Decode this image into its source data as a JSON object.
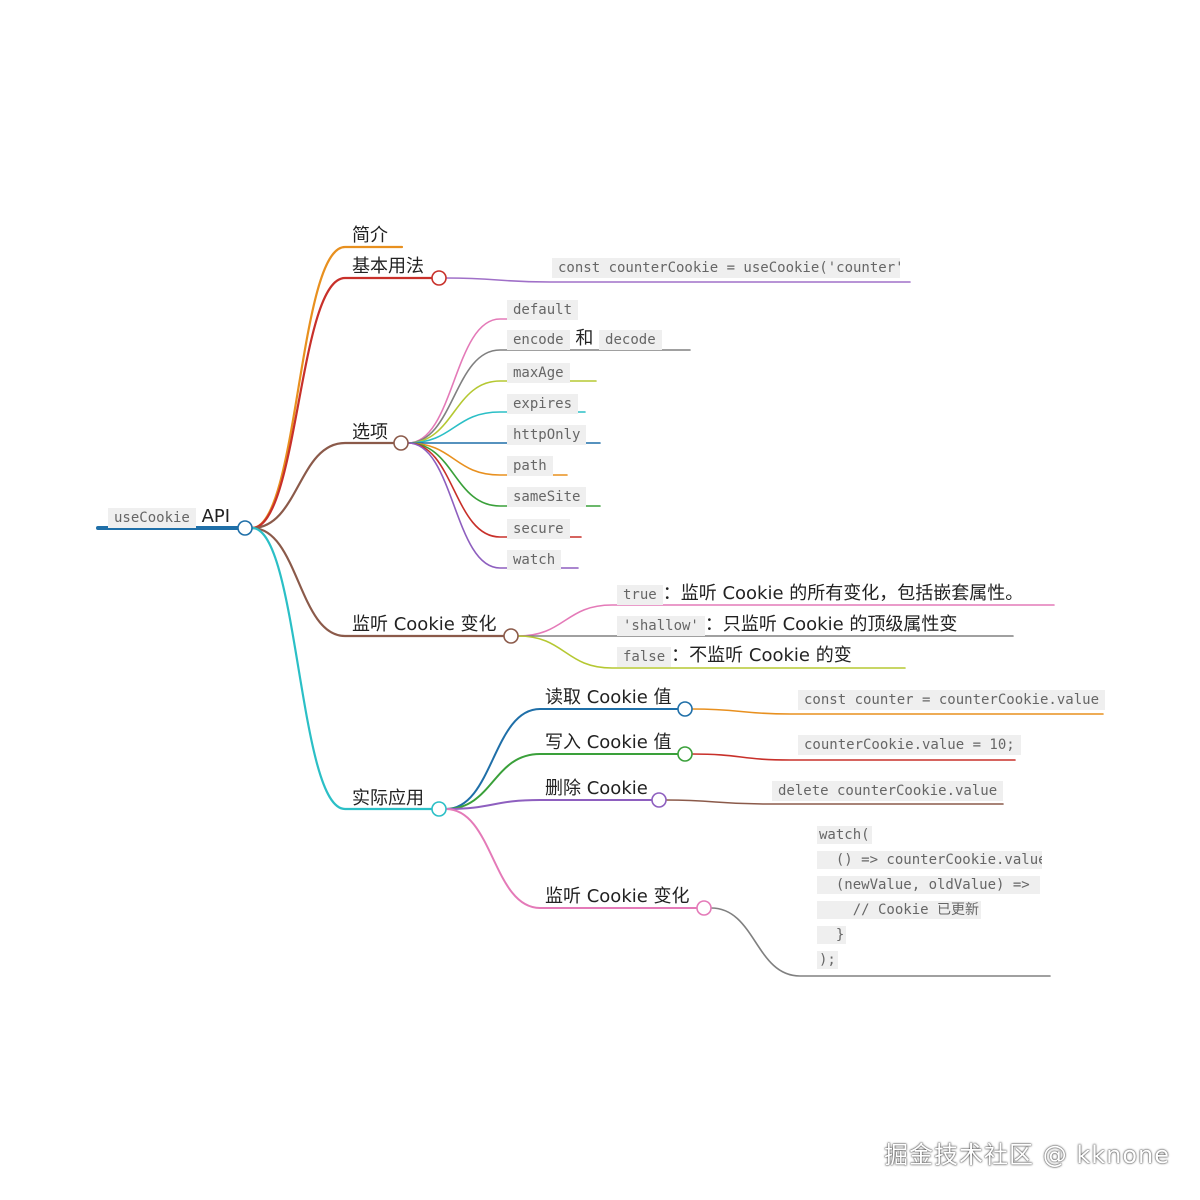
{
  "root": {
    "code": "useCookie",
    "text": "API"
  },
  "branches": {
    "intro": {
      "label": "简介"
    },
    "basic": {
      "label": "基本用法",
      "code": "const counterCookie = useCookie('counter')"
    },
    "options": {
      "label": "选项",
      "items": [
        "default",
        "encode",
        "decode",
        "maxAge",
        "expires",
        "httpOnly",
        "path",
        "sameSite",
        "secure",
        "watch"
      ],
      "and_text": "和"
    },
    "watch": {
      "label": "监听 Cookie 变化",
      "items": [
        {
          "code": "true",
          "text": "：监听 Cookie 的所有变化，包括嵌套属性。"
        },
        {
          "code": "'shallow'",
          "text": "：只监听 Cookie 的顶级属性变"
        },
        {
          "code": "false",
          "text": "：不监听 Cookie 的变"
        }
      ]
    },
    "practice": {
      "label": "实际应用",
      "read": {
        "label": "读取 Cookie 值",
        "code": "const counter = counterCookie.value"
      },
      "write": {
        "label": "写入 Cookie 值",
        "code": "counterCookie.value = 10;"
      },
      "delete": {
        "label": "删除 Cookie",
        "code": "delete counterCookie.value"
      },
      "watch": {
        "label": "监听 Cookie 变化",
        "code_lines": [
          "watch(",
          "  () => counterCookie.value",
          "  (newValue, oldValue) => ",
          "    // Cookie 已更新",
          "  }",
          ");"
        ]
      }
    }
  },
  "watermark": "掘金技术社区 @ kknone",
  "colors": {
    "root": "#1f6fa8",
    "intro": "#e8901f",
    "basic": "#c8302a",
    "options": "#8b5a4a",
    "watch": "#8b5a4a",
    "practice": "#2bbfc6",
    "read": "#1f6fa8",
    "write": "#3aa03a",
    "delete": "#8e5fbf",
    "pwatch": "#e47ab8",
    "opt_default": "#e47ab8",
    "opt_encode": "#808080",
    "opt_maxAge": "#b5c832",
    "opt_expires": "#2bbfc6",
    "opt_httpOnly": "#1f6fa8",
    "opt_path": "#e8901f",
    "opt_sameSite": "#3aa03a",
    "opt_secure": "#c8302a",
    "opt_watch": "#8e5fbf",
    "w_true": "#e47ab8",
    "w_shallow": "#808080",
    "w_false": "#b5c832",
    "read_code": "#e8901f",
    "write_code": "#c8302a",
    "delete_code": "#8b5a4a",
    "pwatch_code": "#808080",
    "basic_code": "#a070c8"
  }
}
